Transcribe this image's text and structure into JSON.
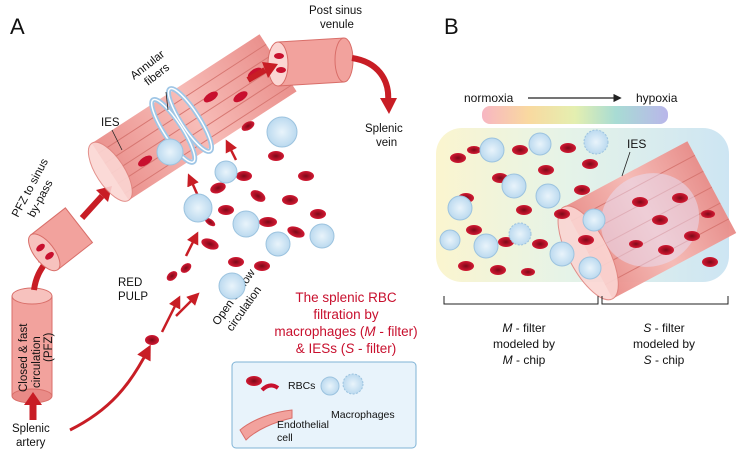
{
  "panel_a": {
    "letter": "A",
    "labels": {
      "post_sinus_l1": "Post sinus",
      "post_sinus_l2": "venule",
      "annular_l1": "Annular",
      "annular_l2": "fibers",
      "ies": "IES",
      "splenic_vein_l1": "Splenic",
      "splenic_vein_l2": "vein",
      "pfz_bypass_l1": "PFZ to sinus",
      "pfz_bypass_l2": "by-pass",
      "red_pulp_l1": "RED",
      "red_pulp_l2": "PULP",
      "open_slow_l1": "Open & slow",
      "open_slow_l2": "circulation",
      "closed_fast_l1": "Closed & fast",
      "closed_fast_l2": "circulation",
      "closed_fast_l3": "(PFZ)",
      "splenic_artery_l1": "Splenic",
      "splenic_artery_l2": "artery"
    },
    "caption": {
      "line1": "The splenic RBC",
      "line2": "filtration by",
      "line3a": "macrophages (",
      "line3m": "M",
      "line3b": " - filter)",
      "line4a": "& IESs (",
      "line4s": "S",
      "line4b": " - filter)"
    },
    "legend": {
      "rbcs": "RBCs",
      "macrophages": "Macrophages",
      "endothelial_l1": "Endothelial",
      "endothelial_l2": "cell"
    }
  },
  "panel_b": {
    "letter": "B",
    "gradient_start": "normoxia",
    "gradient_end": "hypoxia",
    "ies": "IES",
    "m_filter": {
      "letter": "M",
      "line1": " - filter",
      "line2": "modeled by",
      "line3": " - chip"
    },
    "s_filter": {
      "letter": "S",
      "line1": " - filter",
      "line2": "modeled by",
      "line3": " - chip"
    }
  },
  "colors": {
    "rbc": "#c8102e",
    "rbc_center": "#8e0c1f",
    "arrow": "#c81d25",
    "vessel": "#f4a7a3",
    "macrophage": "#cfe6f5",
    "caption": "#c8102e"
  }
}
